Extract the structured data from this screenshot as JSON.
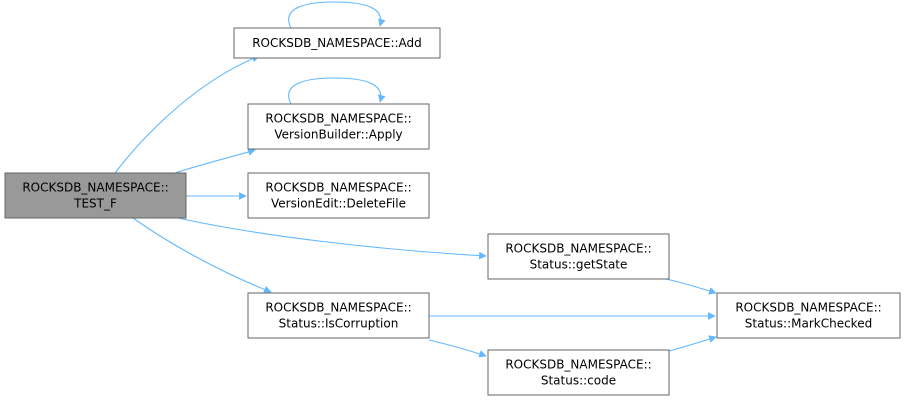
{
  "colors": {
    "edge": "#63b8ff",
    "node_fill": "#ffffff",
    "node_border": "#666666",
    "root_fill": "#999999"
  },
  "nodes": [
    {
      "id": "test_f",
      "lines": [
        "ROCKSDB_NAMESPACE::",
        "TEST_F"
      ]
    },
    {
      "id": "add",
      "lines": [
        "ROCKSDB_NAMESPACE::Add"
      ]
    },
    {
      "id": "apply",
      "lines": [
        "ROCKSDB_NAMESPACE::",
        "VersionBuilder::Apply"
      ]
    },
    {
      "id": "delete_file",
      "lines": [
        "ROCKSDB_NAMESPACE::",
        "VersionEdit::DeleteFile"
      ]
    },
    {
      "id": "get_state",
      "lines": [
        "ROCKSDB_NAMESPACE::",
        "Status::getState"
      ]
    },
    {
      "id": "is_corruption",
      "lines": [
        "ROCKSDB_NAMESPACE::",
        "Status::IsCorruption"
      ]
    },
    {
      "id": "code",
      "lines": [
        "ROCKSDB_NAMESPACE::",
        "Status::code"
      ]
    },
    {
      "id": "mark_checked",
      "lines": [
        "ROCKSDB_NAMESPACE::",
        "Status::MarkChecked"
      ]
    }
  ],
  "edges": [
    {
      "from": "test_f",
      "to": "add"
    },
    {
      "from": "test_f",
      "to": "apply"
    },
    {
      "from": "test_f",
      "to": "delete_file"
    },
    {
      "from": "test_f",
      "to": "get_state"
    },
    {
      "from": "test_f",
      "to": "is_corruption"
    },
    {
      "from": "add",
      "to": "add"
    },
    {
      "from": "apply",
      "to": "apply"
    },
    {
      "from": "get_state",
      "to": "mark_checked"
    },
    {
      "from": "is_corruption",
      "to": "mark_checked"
    },
    {
      "from": "is_corruption",
      "to": "code"
    },
    {
      "from": "code",
      "to": "mark_checked"
    }
  ]
}
